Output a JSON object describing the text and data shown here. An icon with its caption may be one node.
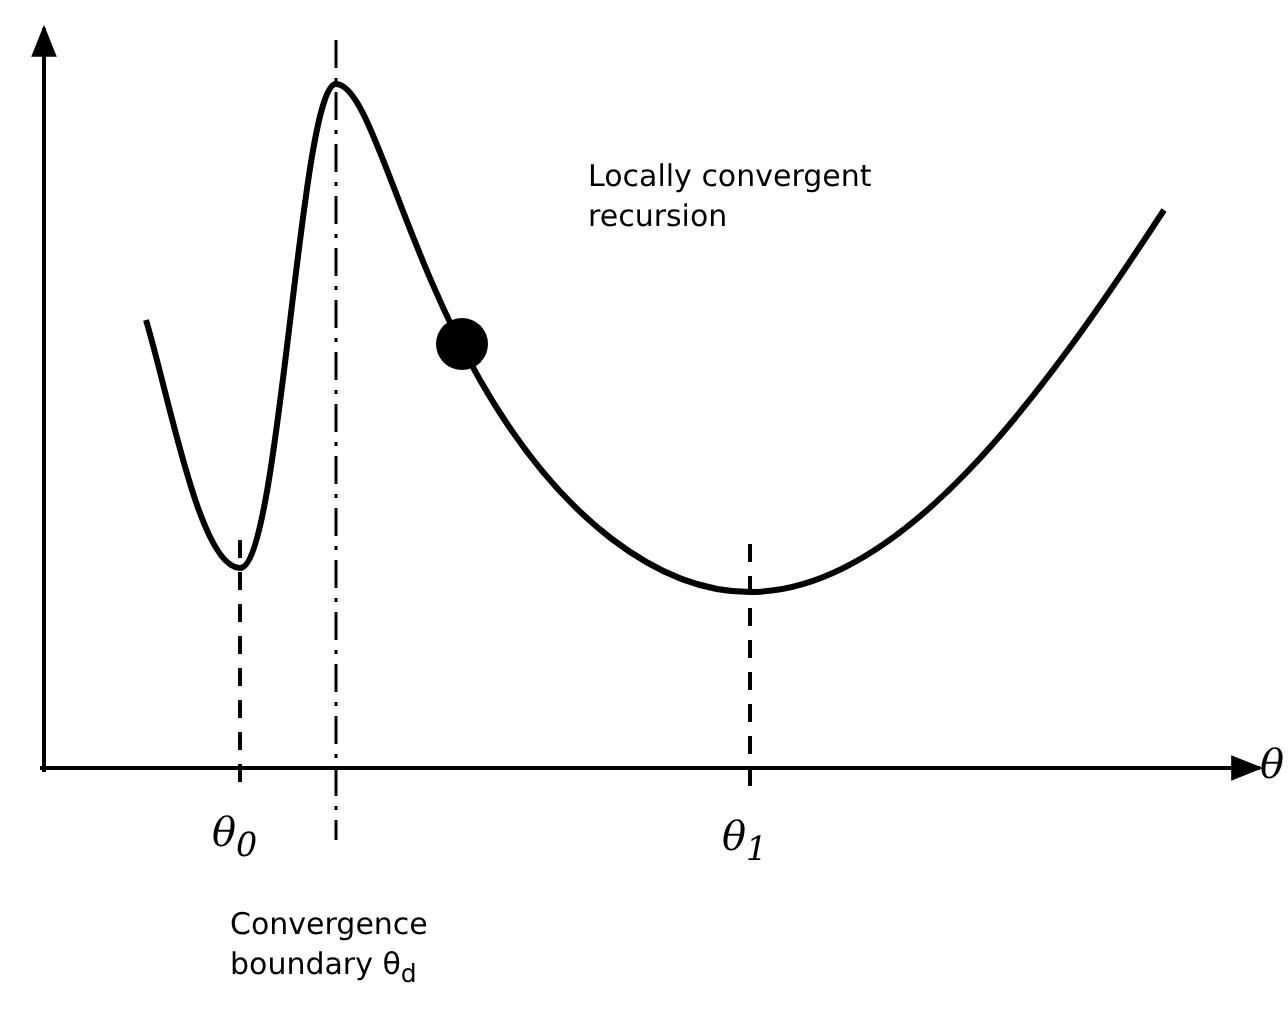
{
  "diagram": {
    "labels": [
      "Locally convergent recursion",
      "θ",
      "θ$_{0}$",
      "θ$_{1}$",
      "Convergence boundary θ$_{d}$"
    ]
  }
}
